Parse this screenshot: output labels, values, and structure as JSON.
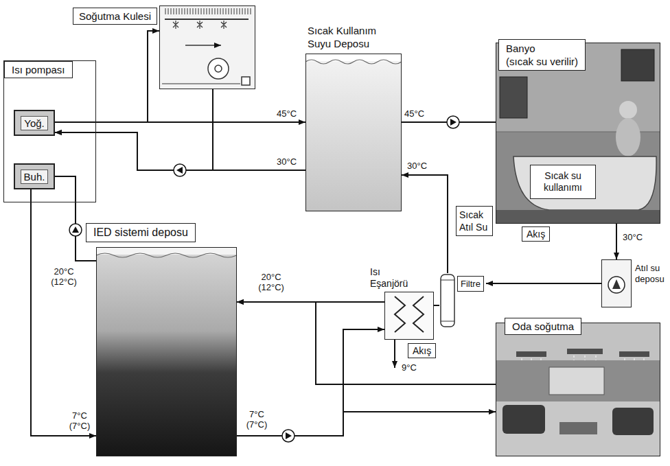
{
  "diagram": {
    "nodes": [
      {
        "text": [
          "Soğutma Kulesi"
        ]
      },
      {
        "text": [
          "Isı pompası"
        ]
      },
      {
        "text": [
          "Yoğ."
        ],
        "in": 1
      },
      {
        "text": [
          "Buh."
        ],
        "in": 1
      },
      {
        "text": [
          "Sıcak Kullanım Suyu Deposu"
        ]
      },
      {
        "text": [
          "Banyo",
          "(sıcak su verilir)"
        ]
      },
      {
        "text": [
          "Sıcak su kullanımı"
        ],
        "in": 5
      },
      {
        "text": [
          "Akış"
        ]
      },
      {
        "text": [
          "Atıl su deposu"
        ]
      },
      {
        "text": [
          "Sıcak Atıl Su"
        ]
      },
      {
        "text": [
          "IED sistemi deposu"
        ]
      },
      {
        "text": [
          "Isı Eşanjörü"
        ]
      },
      {
        "text": [
          "Filtre"
        ]
      },
      {
        "text": [
          "Akış"
        ]
      },
      {
        "text": [
          "Oda soğutma"
        ]
      }
    ],
    "edges": [
      {
        "from": 2,
        "to": 4,
        "arrow": "to"
      },
      {
        "from": 2,
        "to": 0,
        "arrow": "to"
      },
      {
        "from": 0,
        "to": 2,
        "arrow": "to"
      },
      {
        "from": 4,
        "to": 2,
        "arrow": "to"
      },
      {
        "from": 4,
        "to": 5,
        "arrow": "none"
      },
      {
        "from": 5,
        "to": 8,
        "arrow": "to"
      },
      {
        "from": 8,
        "to": 12,
        "arrow": "to"
      },
      {
        "from": 12,
        "to": 11,
        "arrow": "none"
      },
      {
        "from": 11,
        "to": 10,
        "arrow": "to"
      },
      {
        "from": 12,
        "to": 4,
        "arrow": "to"
      },
      {
        "from": 10,
        "to": 3,
        "arrow": "none"
      },
      {
        "from": 3,
        "to": 10,
        "arrow": "to"
      },
      {
        "from": 10,
        "to": 14,
        "arrow": "to"
      },
      {
        "from": 10,
        "to": 11,
        "arrow": "to"
      },
      {
        "from": 14,
        "to": 10,
        "arrow": "to"
      }
    ],
    "labels": [
      "45°C",
      "45°C",
      "30°C",
      "30°C",
      "30°C",
      "20°C (12°C)",
      "20°C (12°C)",
      "9°C",
      "7°C (7°C)",
      "7°C (7°C)"
    ]
  }
}
